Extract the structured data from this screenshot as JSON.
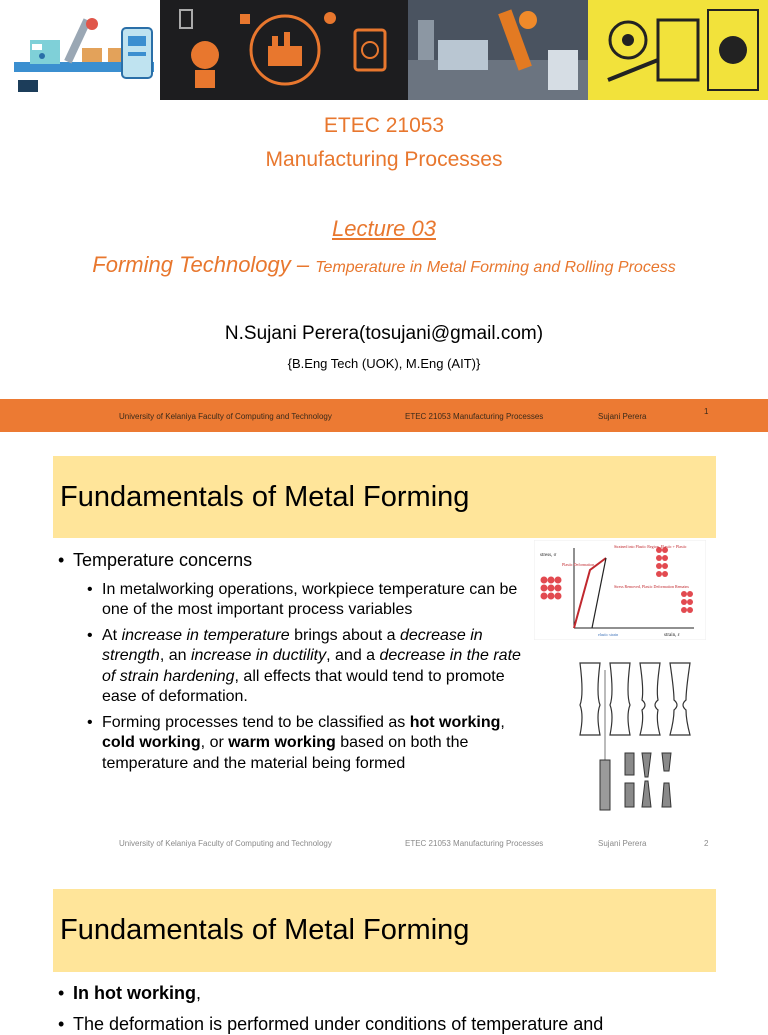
{
  "slide1": {
    "course_code": "ETEC 21053",
    "course_name": "Manufacturing Processes",
    "lecture": "Lecture 03",
    "topic_main": "Forming Technology – ",
    "topic_sub": "Temperature in Metal Forming and Rolling Process",
    "author": "N.Sujani Perera(tosujani@gmail.com)",
    "degrees": "{B.Eng Tech (UOK), M.Eng (AIT)}",
    "footer": {
      "university": "University of Kelaniya Faculty of Computing and Technology",
      "course": "ETEC 21053 Manufacturing Processes",
      "lecturer": "Sujani Perera",
      "page": "1"
    }
  },
  "slide2": {
    "title": "Fundamentals of Metal Forming",
    "bullet": "Temperature concerns",
    "sub1": "In metalworking operations, workpiece temperature can be one of the most important process variables",
    "sub2": {
      "p1": "At ",
      "i1": "increase in temperature",
      "p2": " brings about a ",
      "i2": "decrease in strength",
      "p3": ", an ",
      "i3": "increase in ductility",
      "p4": ", and a ",
      "i4": "decrease in the rate of strain hardening",
      "p5": ", all effects that would tend to promote ease of deformation."
    },
    "sub3": {
      "p1": "Forming processes tend to be classified as ",
      "b1": "hot working",
      "p2": ", ",
      "b2": "cold working",
      "p3": ", or ",
      "b3": "warm working",
      "p4": " based on both the temperature and the material being formed"
    },
    "figure_labels": {
      "y_axis": "stress, σ",
      "x_axis": "strain, ε",
      "elastic_strain": "elastic strain",
      "plastic_deformation": "Plastic Deformation",
      "strained": "Strained into Plastic Region, Elastic + Plastic",
      "removed": "Stress Removed, Plastic Deformation Remains"
    },
    "footer": {
      "university": "University of Kelaniya Faculty of Computing and Technology",
      "course": "ETEC 21053 Manufacturing Processes",
      "lecturer": "Sujani Perera",
      "page": "2"
    }
  },
  "slide3": {
    "title": "Fundamentals of Metal Forming",
    "bullet1": "In hot working",
    "bullet1_tail": ",",
    "bullet2_partial": "The deformation is performed under conditions of temperature and"
  },
  "colors": {
    "accent_orange": "#e8772e",
    "footer_bar": "#ec7a33",
    "title_box": "#ffe59a"
  }
}
